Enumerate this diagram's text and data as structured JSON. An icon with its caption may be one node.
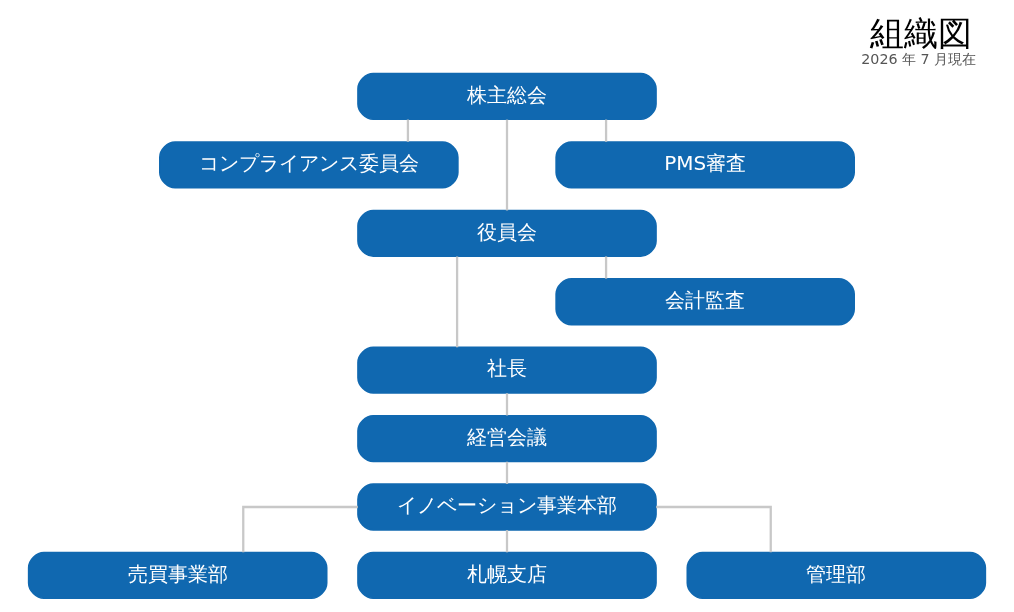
{
  "diagram": {
    "title": "組織図",
    "caption": "2026 年 7 月現在",
    "nodes": [
      {
        "text": [
          "株主総会"
        ]
      },
      {
        "text": [
          "コンプライアンス委員会"
        ]
      },
      {
        "text": [
          "PMS審査"
        ]
      },
      {
        "text": [
          "役員会"
        ]
      },
      {
        "text": [
          "会計監査"
        ]
      },
      {
        "text": [
          "社長"
        ]
      },
      {
        "text": [
          "経営会議"
        ]
      },
      {
        "text": [
          "イノベーション事業本部"
        ]
      },
      {
        "text": [
          "売買事業部"
        ]
      },
      {
        "text": [
          "札幌支店"
        ]
      },
      {
        "text": [
          "管理部"
        ]
      }
    ],
    "edges": [
      {
        "from": 0,
        "to": 1,
        "arrow": "none"
      },
      {
        "from": 0,
        "to": 3,
        "arrow": "none"
      },
      {
        "from": 0,
        "to": 2,
        "arrow": "none"
      },
      {
        "from": 3,
        "to": 5,
        "arrow": "none"
      },
      {
        "from": 3,
        "to": 4,
        "arrow": "none"
      },
      {
        "from": 5,
        "to": 6,
        "arrow": "none"
      },
      {
        "from": 6,
        "to": 7,
        "arrow": "none"
      },
      {
        "from": 7,
        "to": 8,
        "arrow": "none"
      },
      {
        "from": 7,
        "to": 9,
        "arrow": "none"
      },
      {
        "from": 7,
        "to": 10,
        "arrow": "none"
      }
    ]
  }
}
